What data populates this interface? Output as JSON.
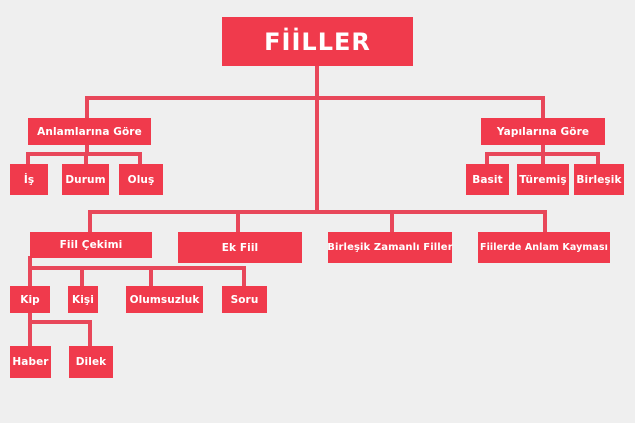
{
  "diagram": {
    "colors": {
      "node": "#f03a4c",
      "line": "#e8475a",
      "background": "#efefef",
      "text": "#ffffff"
    },
    "root": "FİİLLER",
    "nodes": {
      "anlamlarina_gore": "Anlamlarına Göre",
      "yapilarina_gore": "Yapılarına Göre",
      "is": "İş",
      "durum": "Durum",
      "olus": "Oluş",
      "basit": "Basit",
      "turemis": "Türemiş",
      "birlesik": "Birleşik",
      "fiil_cekimi": "Fiil Çekimi",
      "ek_fiil": "Ek Fiil",
      "birlesik_zamanli": "Birleşik Zamanlı Filler",
      "anlam_kaymasi": "Fiilerde Anlam Kayması",
      "kip": "Kip",
      "kisi": "Kişi",
      "olumsuzluk": "Olumsuzluk",
      "soru": "Soru",
      "haber": "Haber",
      "dilek": "Dilek"
    }
  }
}
